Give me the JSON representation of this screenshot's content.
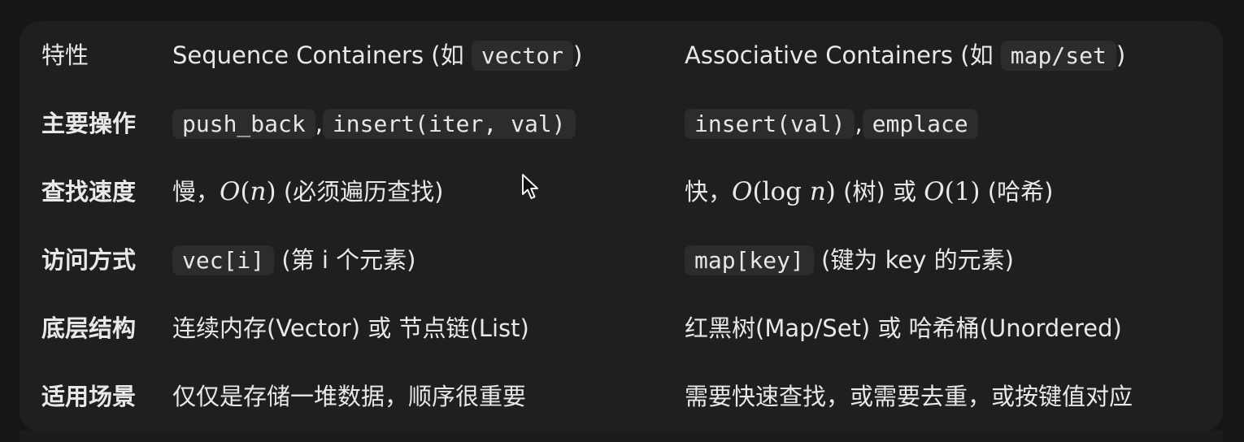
{
  "table": {
    "header": {
      "feature": "特性",
      "sequence": {
        "prefix": "Sequence Containers (如 ",
        "code": "vector",
        "suffix": ")"
      },
      "associative": {
        "prefix": "Associative Containers (如 ",
        "code": "map/set",
        "suffix": ")"
      }
    },
    "rows": [
      {
        "label": "主要操作",
        "seq": {
          "code1": "push_back",
          "sep": ",",
          "code2": "insert(iter, val)"
        },
        "assoc": {
          "code1": "insert(val)",
          "sep": ",",
          "code2": "emplace"
        }
      },
      {
        "label": "查找速度",
        "seq": {
          "prefix": "慢，",
          "math_O": "O",
          "math_open": "(",
          "math_var": "n",
          "math_close": ")",
          "suffix": " (必须遍历查找)"
        },
        "assoc": {
          "prefix": "快，",
          "math_O1": "O",
          "math_log_open": "(log ",
          "math_var": "n",
          "math_log_close": ")",
          "middle": " (树) 或 ",
          "math_O2": "O",
          "math_one": "(1)",
          "suffix": " (哈希)"
        }
      },
      {
        "label": "访问方式",
        "seq": {
          "code": "vec[i]",
          "suffix": " (第 i 个元素)"
        },
        "assoc": {
          "code": "map[key]",
          "suffix": " (键为 key 的元素)"
        }
      },
      {
        "label": "底层结构",
        "seq": {
          "text": "连续内存(Vector) 或 节点链(List)"
        },
        "assoc": {
          "text": "红黑树(Map/Set) 或 哈希桶(Unordered)"
        }
      },
      {
        "label": "适用场景",
        "seq": {
          "text": "仅仅是存储一堆数据，顺序很重要"
        },
        "assoc": {
          "text": "需要快速查找，或需要去重，或按键值对应"
        }
      }
    ]
  }
}
